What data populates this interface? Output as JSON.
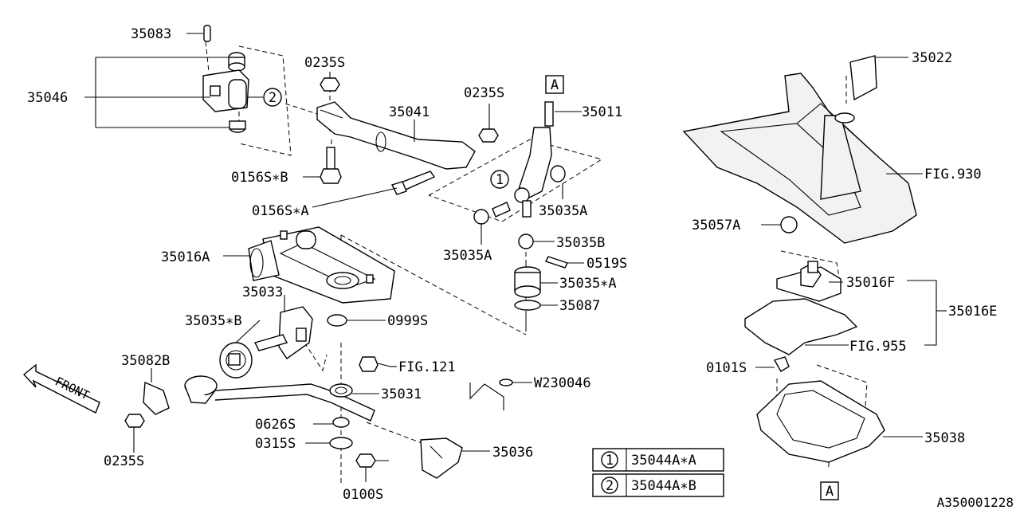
{
  "labels": {
    "p35083": "35083",
    "p35046": "35046",
    "p0235s_top": "0235S",
    "p35041": "35041",
    "p0235s_right": "0235S",
    "p35011": "35011",
    "p0156sb": "0156S∗B",
    "p0156sa": "0156S∗A",
    "p35035a_right": "35035A",
    "p35035a_left": "35035A",
    "p35035b": "35035B",
    "p0519s": "0519S",
    "p35035xa": "35035∗A",
    "p35087": "35087",
    "p35016a": "35016A",
    "p35033": "35033",
    "p35035xb": "35035∗B",
    "p0999s": "0999S",
    "p35082b": "35082B",
    "pfig121": "FIG.121",
    "pw230046": "W230046",
    "p35031": "35031",
    "p0626s": "0626S",
    "p0315s": "0315S",
    "p35036": "35036",
    "p0100s": "0100S",
    "p0235s_bottom": "0235S",
    "p35022": "35022",
    "pfig930": "FIG.930",
    "p35057a": "35057A",
    "p35016f": "35016F",
    "p35016e": "35016E",
    "pfig955": "FIG.955",
    "p0101s": "0101S",
    "p35038": "35038"
  },
  "callouts": {
    "c1": "1",
    "c2": "2",
    "ref_a_top": "A",
    "ref_a_bottom": "A",
    "front": "FRONT"
  },
  "legend": [
    {
      "num": "1",
      "part": "35044A∗A"
    },
    {
      "num": "2",
      "part": "35044A∗B"
    }
  ],
  "diagram_id": "A350001228"
}
